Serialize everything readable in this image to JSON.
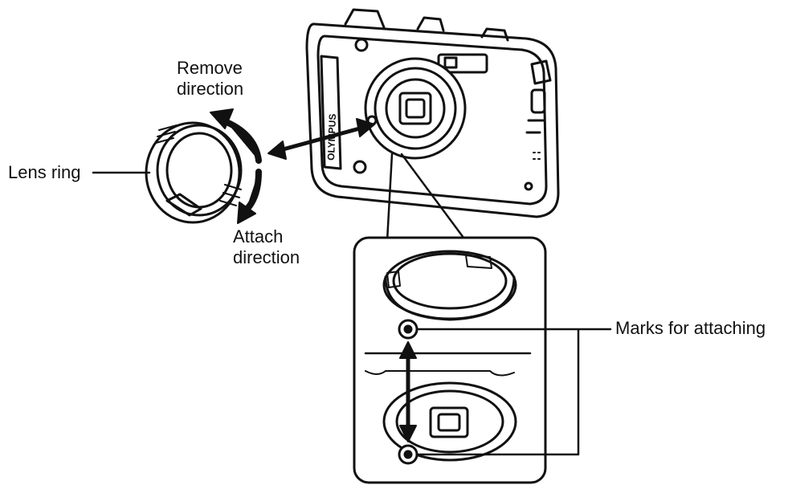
{
  "labels": {
    "remove_line1": "Remove",
    "remove_line2": "direction",
    "attach_line1": "Attach",
    "attach_line2": "direction",
    "lens_ring": "Lens ring",
    "marks": "Marks for attaching"
  },
  "brand_text": "OLYMPUS",
  "colors": {
    "ink": "#111111",
    "paper": "#ffffff"
  }
}
